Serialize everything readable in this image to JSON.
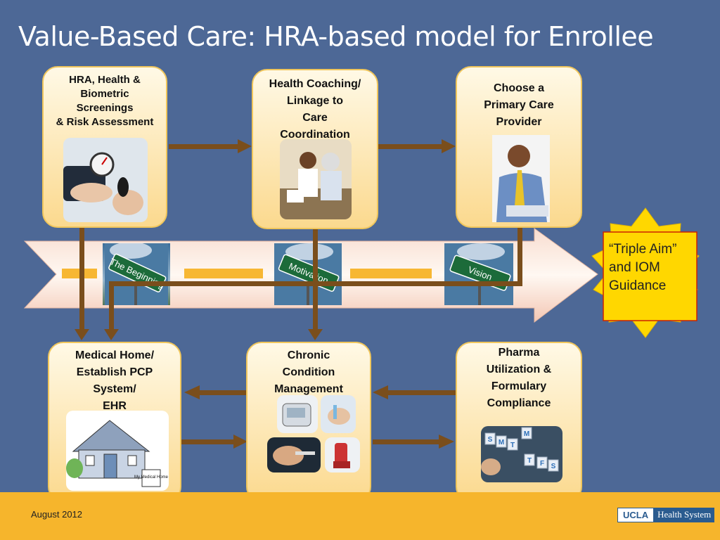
{
  "title": "Value-Based Care: HRA-based model for Enrollee",
  "boxes": {
    "hra": "HRA, Health &\nBiometric\nScreenings\n& Risk Assessment",
    "coaching": "Health Coaching/\nLinkage to\nCare\nCoordination",
    "pcp": "Choose a\nPrimary Care\nProvider",
    "medical_home": "Medical Home/\nEstablish PCP\nSystem/\nEHR",
    "chronic": "Chronic\nCondition\nManagement",
    "pharma": "Pharma\nUtilization &\nFormulary\nCompliance"
  },
  "signs": [
    "The Beginning",
    "Motivation",
    "Vision"
  ],
  "callout": "“Triple Aim”\nand IOM\nGuidance",
  "house_sign": "My\nMedical\nHome",
  "pills": [
    "S",
    "M",
    "T",
    "M",
    "T",
    "F",
    "S"
  ],
  "footer": {
    "date": "August 2012",
    "logo_ucla": "UCLA",
    "logo_hs": "Health System"
  },
  "colors": {
    "background": "#4d6896",
    "footer": "#f6b52c",
    "box_fill": "#fbd98e",
    "connector": "#7a4e1c",
    "callout": "#ffd700"
  }
}
